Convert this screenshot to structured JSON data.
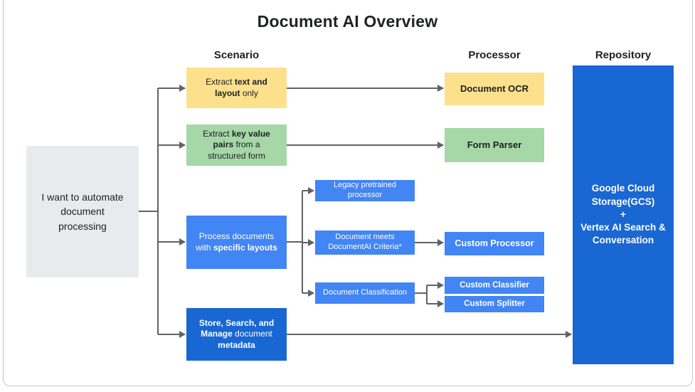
{
  "title": "Document AI Overview",
  "column_headers": {
    "scenario": "Scenario",
    "processor": "Processor",
    "repository": "Repository"
  },
  "root_box": {
    "text": "I want to automate document processing"
  },
  "scenario_boxes": {
    "extract_text": {
      "pre": "Extract ",
      "bold": "text and layout",
      "post": " only"
    },
    "extract_kv": {
      "pre": "Extract ",
      "bold": "key value pairs",
      "post": " from a structured form"
    },
    "specific_layouts": {
      "pre": "Process documents with ",
      "bold": "specific layouts"
    },
    "store_search": {
      "bold1": "Store, Search, and Manage",
      "mid": " document ",
      "bold2": "metadata"
    }
  },
  "mid_boxes": {
    "legacy": "Legacy pretrained processor",
    "criteria": "Document meets DocumentAI Criteria*",
    "classification": "Document Classification"
  },
  "processor_boxes": {
    "ocr": "Document OCR",
    "form_parser": "Form Parser",
    "custom_processor": "Custom Processor",
    "custom_classifier": "Custom Classifier",
    "custom_splitter": "Custom Splitter"
  },
  "repository_box": {
    "line1": "Google Cloud Storage(GCS)",
    "line2": "+",
    "line3": "Vertex AI Search & Conversation"
  },
  "colors": {
    "yellow": "#fce08c",
    "green": "#a5d7a7",
    "blue": "#4285f4",
    "dark_blue": "#1967d2",
    "gray_box": "#e8eaed",
    "arrow": "#5f6368",
    "text": "#202124"
  }
}
